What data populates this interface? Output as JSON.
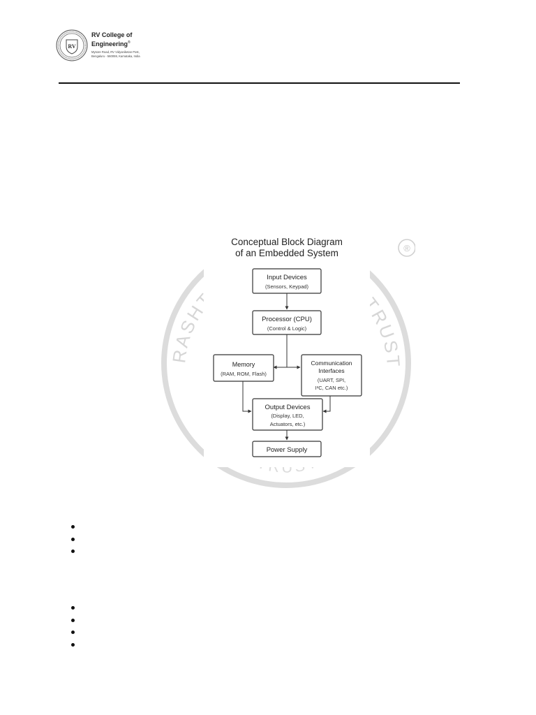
{
  "header": {
    "college_line1": "RV College of",
    "college_line2": "Engineering",
    "address_line1": "Mysore Road, RV Vidyaniketan Post,",
    "address_line2": "Bengaluru - 560059, Karnataka, India",
    "logo_letters": "RV"
  },
  "watermark": {
    "left_text": "RASHTREEYA",
    "right_text": "THI TRUST",
    "bottom_text": "TRUST",
    "registered_mark": "®"
  },
  "diagram": {
    "title_line1": "Conceptual Block Diagram",
    "title_line2": "of an Embedded System",
    "blocks": {
      "input": {
        "title": "Input Devices",
        "detail": "(Sensors, Keypad)"
      },
      "processor": {
        "title": "Processor (CPU)",
        "detail": "(Control & Logic)"
      },
      "memory": {
        "title": "Memory",
        "detail": "(RAM, ROM, Flash)"
      },
      "comm": {
        "title1": "Communication",
        "title2": "Interfaces",
        "detail1": "(UART, SPI,",
        "detail2": "I²C, CAN etc.)"
      },
      "output": {
        "title": "Output Devices",
        "detail1": "(Display, LED,",
        "detail2": "Actuators, etc.)"
      },
      "power": {
        "title": "Power Supply"
      }
    }
  },
  "bullet_groups": [
    {
      "count": 3
    },
    {
      "count": 4
    }
  ],
  "colors": {
    "rule": "#111111",
    "box_stroke": "#333333",
    "watermark": "#dddddd"
  }
}
